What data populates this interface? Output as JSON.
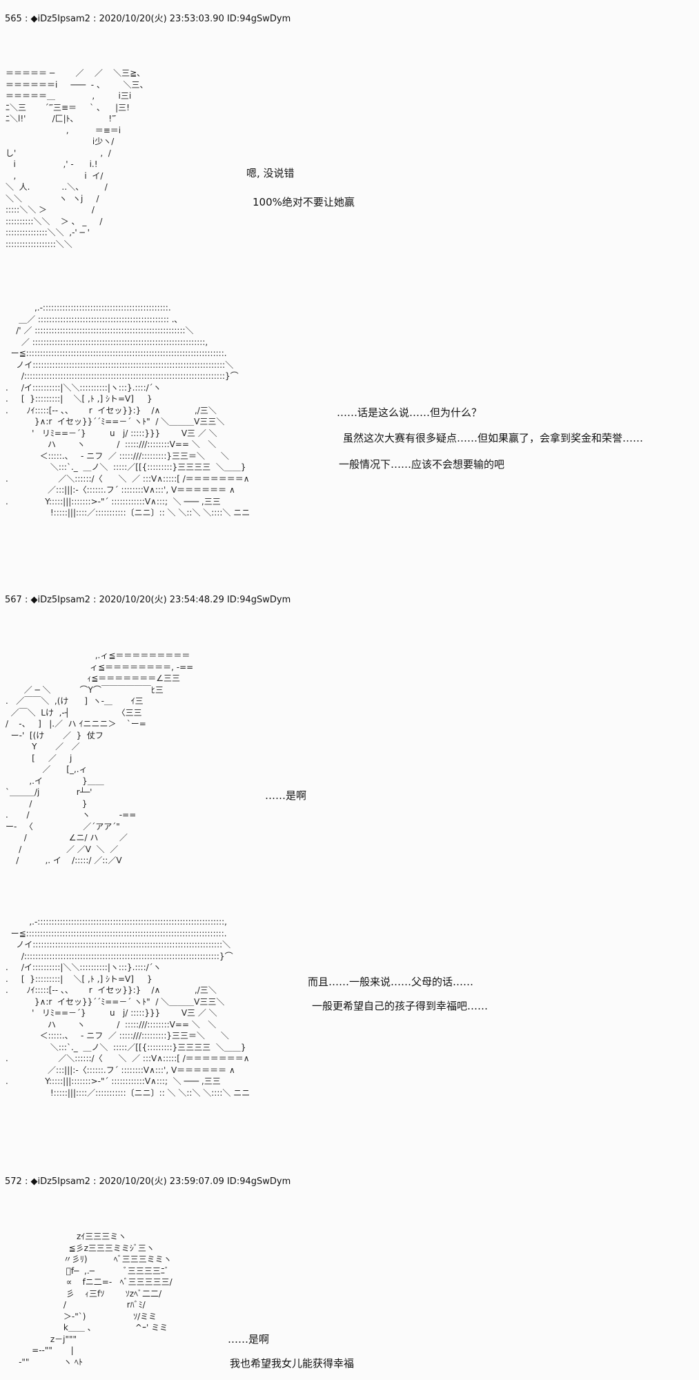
{
  "posts": [
    {
      "header": "565 : ◆iDz5Ipsam2 : 2020/10/20(火) 23:53:03.90 ID:94gSwDym",
      "art": [
        "＝＝＝＝＝ ─        ／    ／    ＼三≧、",
        "＝＝＝＝＝＝i     ───  - 、       ＼三、",
        "＝＝＝＝＝＿              ,         i三i",
        "ﾆ＼三       ´‴三≡＝     ` 、    |三!",
        "ﾆ＼l!'          /匚|ﾄ､             !‴",
        "                       ,          ＝≡＝i",
        "                                 i少ヽ/",
        "し'                                ,  /",
        "   i                  ,' -      i.!",
        "   ,                          i  イ/",
        "＼  人.            ‥＼、        /",
        "＼＼              ヽ  ヽj     /",
        ":::::＼＼ ＞                 /",
        "::::::::::＼＼    ＞ 、 _     /",
        ":::::::::::::::＼＼  ,-' ─ '",
        "::::::::::::::::::＼＼"
      ],
      "lines": [
        "嗯, 没说错",
        "100%绝对不要让她赢"
      ]
    },
    {
      "art": [
        "           ,.-:::::::::::::::::::::::::::::::::::::::::::::.",
        "     ＿／ ::::::::::::::::::::::::::::::::::::::::::::::: .､",
        "    /' ／ ::::::::::::::::::::::::::::::::::::::::::::::::::::::＼",
        "      ／ ::::::::::::::::::::::::::::::::::::::::::::::::::::::::::::::,",
        "  ー≦:::::::::::::::::::::::::::::::::::::::::::::::::::::::::::::::::::::::.",
        "    ノイ:::::::::::::::::::::::::::::::::::::::::::::::::::::::::::::::::::::＼",
        "      /::::::::::::::::::::::::::::::::::::::::::::::::::::::::::::::::::::::::}⌒",
        ".     /イ::::::::::|＼＼::::::::::|ヽ:::}.::::/´ヽ",
        ".     [  }:::::::::|    ＼[ ,ﾄ ,] ｼト=V]     }",
        ".       ﾉｲ:::::[-- 、、      r  イセッ}}:}    /∧             ,/三＼",
        "           }∧:r  イセッ}}´´ﾐ==－´ ヽﾄ\"  / ＼＿＿＿V三三＼",
        "          '   リﾐ==－´}         u   j/ :::::}}}        V三 ／ ＼",
        "                ハ        ヽ            /  :::::///::::::::V== ＼   ＼",
        "             ＜:::::.、   - ニフ  ／ :::::///:::::::::}三三＝＼      ＼",
        "                 ＼:::`._  ＿ノ＼  :::::／[[{:::::::::}三三三三  ＼＿＿}",
        ".                   ／＼::::::/〈      ＼  ／ :::V∧:::::[ /＝＝＝＝＝＝＝∧",
        "                ／:::|||:-〈::::::.フ´ ::::::::V∧:::', V＝＝＝＝＝＝ ∧",
        ".              Y:::::|||:::::::>-\"´ ::::::::::::V∧:::;  ＼ ─── ,三三",
        "                 !:::::|||::::／:::::::::::〔ニニ〕:: ＼ ＼::＼ ＼::::＼ ニニ"
      ],
      "lines": [
        "……话是这么说……但为什么？",
        "虽然这次大赛有很多疑点……但如果赢了，会拿到奖金和荣誉……",
        "一般情况下……应该不会想要输的吧"
      ]
    },
    {
      "header": "567 : ◆iDz5Ipsam2 : 2020/10/20(火) 23:54:48.29 ID:94gSwDym",
      "art": [
        "                                  ,.ィ≦＝＝＝＝＝＝＝＝＝",
        "                                ィ≦＝＝＝＝＝＝＝＝, -==",
        "                               ｨ≦＝＝＝＝＝＝＝∠三三",
        "       ／ ─ ＼           ⌒Y⌒￣￣￣￣￣￣ﾋ三",
        ".   ／￣￣＼  ,(け      ]  ヽ-＿       ｲ三",
        "  ／￣＼  Lけ  ,-┤                  〈三三",
        "/    -、   ]   |.／  ハ ｲニニニ＞    `ー=",
        "  ー-'  [(け       ／  }  仗フ",
        "          Y       ／   ／",
        "          [     ／     j",
        "              ／      [_,.ィ",
        "         ,.イ               }＿＿",
        "`＿＿＿/j              r┴─'",
        "         /                   }",
        ".       /                    ヽ           -==",
        "ー-   〈                   ／´アア´\"",
        "       /                ∠ニ/ ハ        ／",
        "     /                 ／ ／V  ＼  ／",
        "    /          ,. イ    /:::::/ ／::／V"
      ],
      "lines": [
        "……是啊"
      ]
    },
    {
      "art": [
        "         ,.-:::::::::::::::::::::::::::::::::::::::::::::::::::::::::::::::::::,",
        "  ー≦:::::::::::::::::::::::::::::::::::::::::::::::::::::::::::::::::::::::.",
        "    ノイ::::::::::::::::::::::::::::::::::::::::::::::::::::::::::::::::::::＼",
        "      /::::::::::::::::::::::::::::::::::::::::::::::::::::::::::::::::::::::}⌒",
        ".     /イ::::::::::|＼＼::::::::::|ヽ:::}.::::/´ヽ",
        ".     [  }:::::::::|    ＼[ ,ﾄ ,] ｼト=V]     }",
        ".       ﾉｲ:::::[-- 、、      r  イセッ}}:}    /∧             ,/三＼",
        "           }∧:r  イセッ}}´´ﾐ==－´ ヽﾄ\"  / ＼＿＿＿V三三＼",
        "          '   リﾐ==－´}         u   j/ :::::}}}        V三 ／ ＼",
        "                ハ        ヽ            /  :::::///::::::::V== ＼   ＼",
        "             ＜:::::.、   - ニフ  ／ :::::///:::::::::}三三＝＼      ＼",
        "                 ＼:::`._  ＿ノ＼  :::::／[[{:::::::::}三三三三  ＼＿＿}",
        ".                   ／＼::::::/〈      ＼  ／ :::V∧:::::[ /＝＝＝＝＝＝＝∧",
        "                ／:::|||:-〈::::::.フ´ ::::::::V∧:::', V＝＝＝＝＝＝ ∧",
        ".              Y:::::|||:::::::>-\"´ ::::::::::::V∧:::;  ＼ ─── ,三三",
        "                 !:::::|||::::／:::::::::::〔ニニ〕:: ＼ ＼::＼ ＼::::＼ ニニ"
      ],
      "lines": [
        "而且……一般来说……父母的话……",
        "一般更希望自己的孩子得到幸福吧……"
      ]
    },
    {
      "header": "572 : ◆iDz5Ipsam2 : 2020/10/20(火) 23:59:07.09 ID:94gSwDym",
      "art": [
        "                           zｲ三三三ミヽ",
        "                        ≦彡z三三三ミミｼﾞ三ヽ",
        "                      〃彡ﾘ)          ﾍﾞ三三三ミミヽ",
        "                       ﾞf─  ,.─           ﾞ三三三三ﾆﾞ",
        "                       ∝    fニ二=-   ﾍﾞ三三三三三/",
        "                       彡    ｨ三fｿ        ｿzﾍﾞ二二/",
        "                      /                       rﾊﾞﾐ/",
        "                      ＞‐\"`)                  ｿ/ミミ",
        "                      k＿＿ 、               ^ｰ' ミミ",
        "                 z－j\"\"\"",
        "          =-‐\"\"       |",
        "     ‐\"\"             ヽ ﾍﾄ"
      ],
      "lines": [
        "……是啊",
        "我也希望我女儿能获得幸福"
      ]
    }
  ]
}
